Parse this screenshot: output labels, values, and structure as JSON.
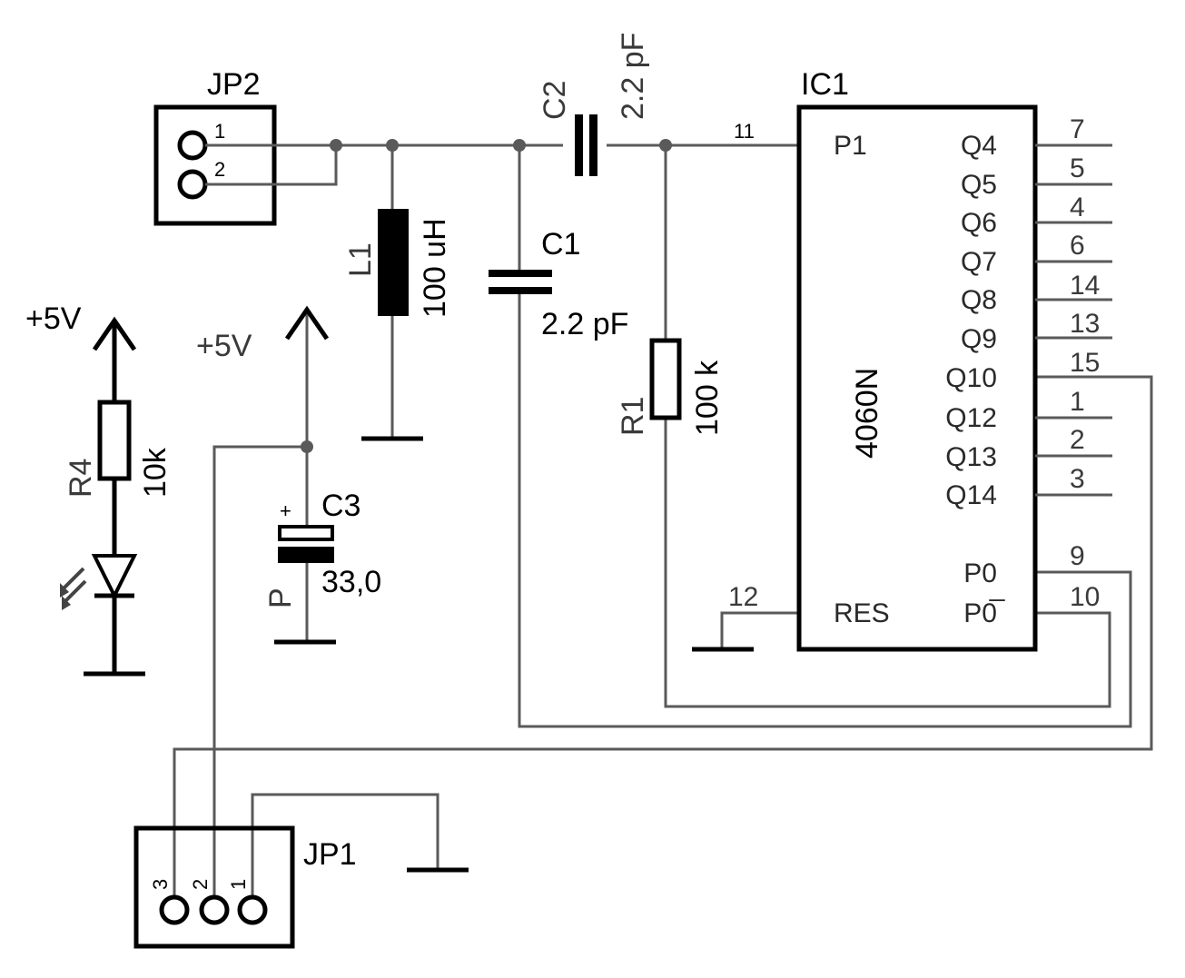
{
  "components": {
    "jp2": {
      "name": "JP2",
      "pins": [
        "1",
        "2"
      ]
    },
    "jp1": {
      "name": "JP1",
      "pins": [
        "3",
        "2",
        "1"
      ]
    },
    "l1": {
      "name": "L1",
      "value": "100 uH"
    },
    "c1": {
      "name": "C1",
      "value": "2.2 pF"
    },
    "c2": {
      "name": "C2",
      "value": "2.2 pF"
    },
    "c3": {
      "name": "C3",
      "value": "33,0",
      "polarity": "+",
      "package": "P"
    },
    "r1": {
      "name": "R1",
      "value": "100 k"
    },
    "r4": {
      "name": "R4",
      "value": "10k"
    },
    "ic1": {
      "name": "IC1",
      "part": "4060N",
      "left_pins": [
        {
          "name": "P1",
          "number": "11"
        },
        {
          "name": "RES",
          "number": "12"
        }
      ],
      "right_pins": [
        {
          "name": "Q4",
          "number": "7"
        },
        {
          "name": "Q5",
          "number": "5"
        },
        {
          "name": "Q6",
          "number": "4"
        },
        {
          "name": "Q7",
          "number": "6"
        },
        {
          "name": "Q8",
          "number": "14"
        },
        {
          "name": "Q9",
          "number": "13"
        },
        {
          "name": "Q10",
          "number": "15"
        },
        {
          "name": "Q12",
          "number": "1"
        },
        {
          "name": "Q13",
          "number": "2"
        },
        {
          "name": "Q14",
          "number": "3"
        },
        {
          "name": "P0",
          "number": "9"
        },
        {
          "name": "P0̅",
          "number": "10"
        }
      ]
    }
  },
  "supplies": {
    "left": "+5V",
    "mid": "+5V"
  },
  "colors": {
    "wire": "#5a5a5a",
    "component": "#000000",
    "background": "#ffffff"
  }
}
